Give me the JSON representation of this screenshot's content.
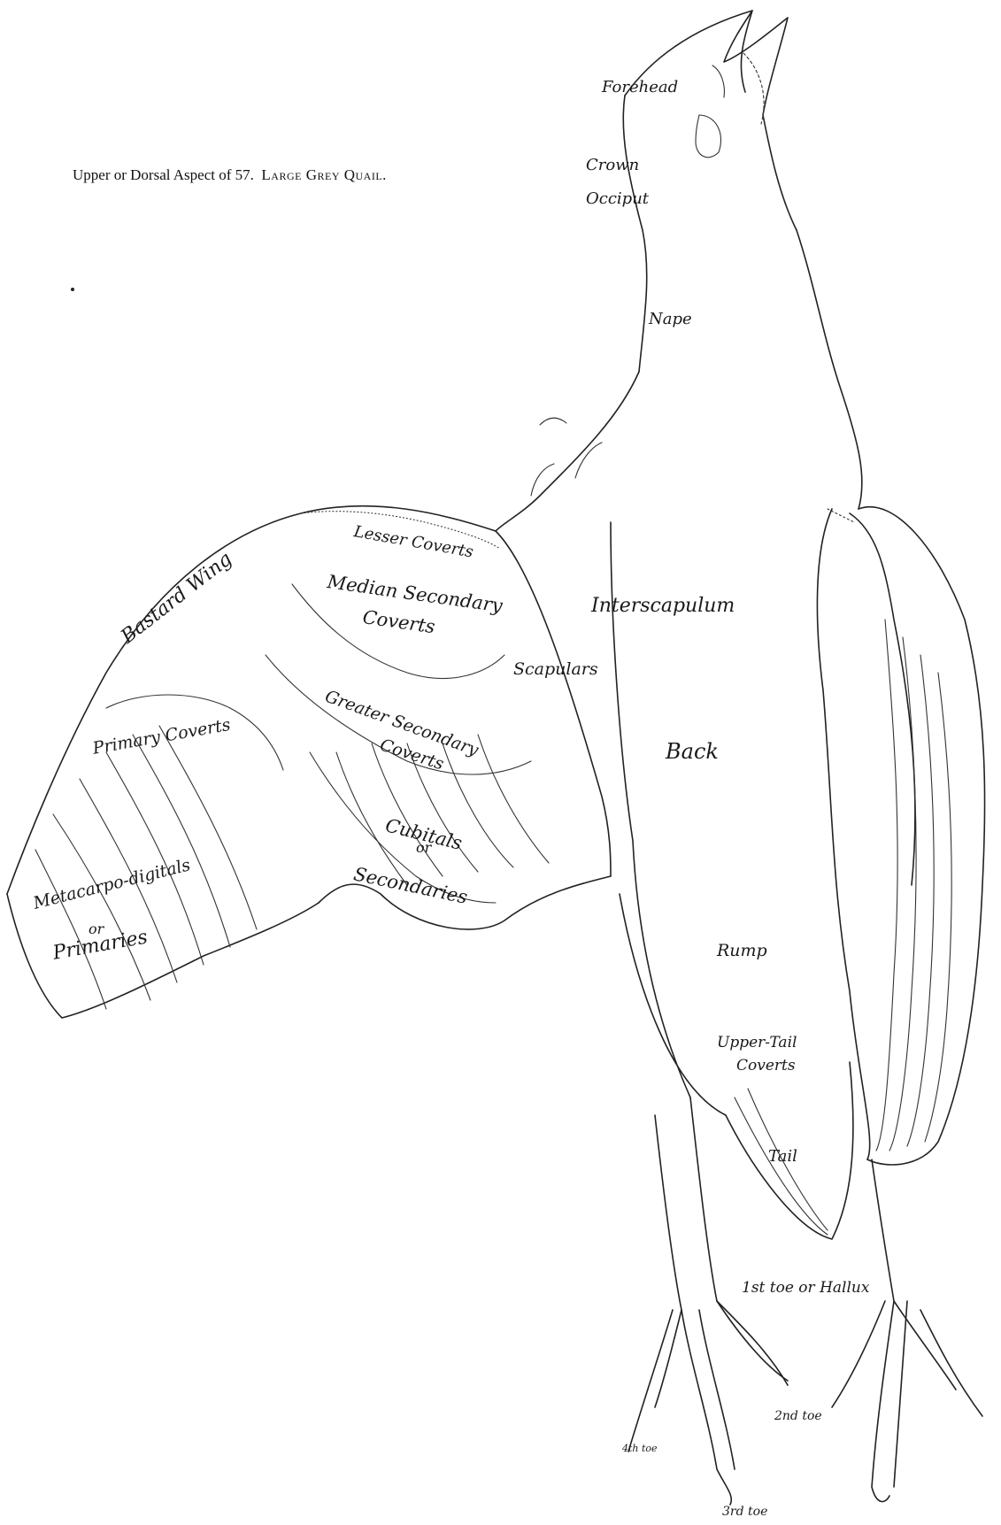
{
  "caption": {
    "prefix": "Upper or Dorsal Aspect of 57.",
    "species": "Large Grey Quail."
  },
  "labels": {
    "forehead": "Forehead",
    "crown": "Crown",
    "occiput": "Occiput",
    "nape": "Nape",
    "bastard_wing": "Bastard Wing",
    "lesser_coverts": "Lesser Coverts",
    "median_secondary_coverts_1": "Median Secondary",
    "median_secondary_coverts_2": "Coverts",
    "interscapulum": "Interscapulum",
    "scapulars": "Scapulars",
    "primary_coverts": "Primary Coverts",
    "greater_secondary_coverts_1": "Greater Secondary",
    "greater_secondary_coverts_2": "Coverts",
    "back": "Back",
    "cubitals_1": "Cubitals",
    "cubitals_or": "or",
    "cubitals_2": "Secondaries",
    "metacarpo_digitals_1": "Metacarpo-digitals",
    "metacarpo_digitals_or": "or",
    "metacarpo_digitals_2": "Primaries",
    "rump": "Rump",
    "upper_tail_coverts_1": "Upper-Tail",
    "upper_tail_coverts_2": "Coverts",
    "tail": "Tail",
    "hallux": "1st toe or Hallux",
    "toe2": "2nd toe",
    "toe3": "3rd toe",
    "toe4": "4th toe"
  }
}
